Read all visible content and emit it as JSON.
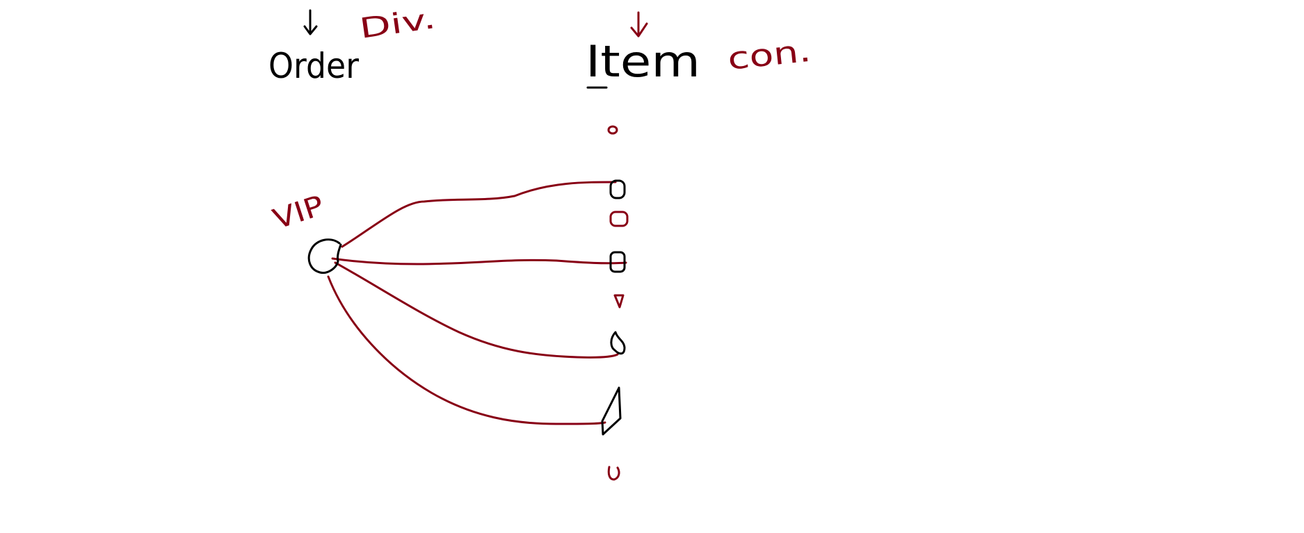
{
  "labels": {
    "order": "Order",
    "item": "Item",
    "div_note": "Div.",
    "con_note": "con.",
    "vip": "VIP"
  },
  "colors": {
    "ink": "#000000",
    "accent": "#880015",
    "background": "#ffffff"
  },
  "nodes": {
    "source": {
      "name": "VIP",
      "shape": "circle"
    },
    "targets": [
      {
        "shape": "rounded-square",
        "connected": true
      },
      {
        "shape": "rounded-square",
        "connected": true
      },
      {
        "shape": "drop",
        "connected": true
      },
      {
        "shape": "parallelogram",
        "connected": true
      }
    ],
    "unconnected": [
      {
        "shape": "small-circle"
      },
      {
        "shape": "rounded-square"
      },
      {
        "shape": "triangle"
      },
      {
        "shape": "small-circle"
      }
    ]
  }
}
